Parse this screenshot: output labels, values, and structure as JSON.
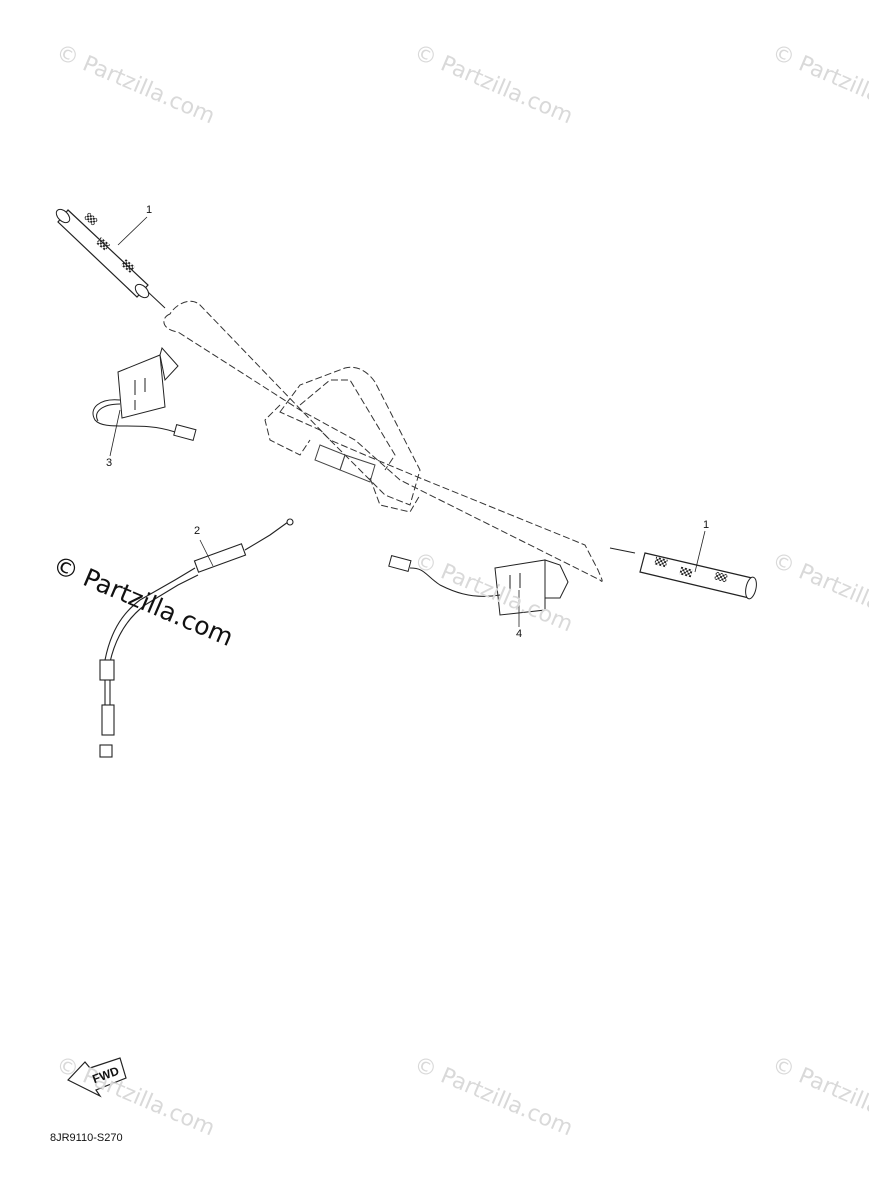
{
  "watermark": {
    "text": "© Partzilla.com"
  },
  "callouts": {
    "grip_left": "1",
    "grip_right": "1",
    "cable": "2",
    "heater_left": "3",
    "heater_right": "4"
  },
  "fwd_label": "FWD",
  "diagram_code": "8JR9110-S270"
}
